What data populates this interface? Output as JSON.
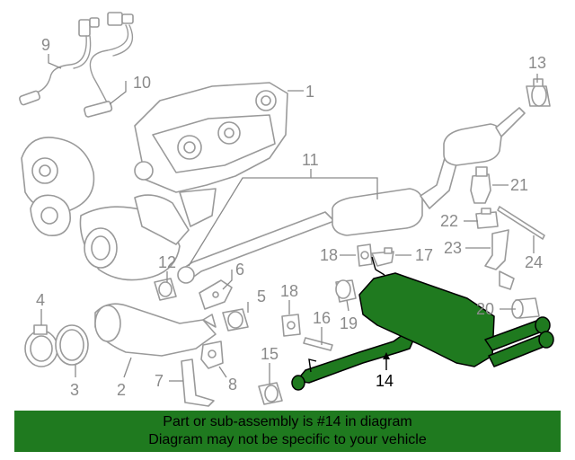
{
  "diagram": {
    "callouts": [
      "1",
      "2",
      "3",
      "4",
      "5",
      "6",
      "7",
      "8",
      "9",
      "10",
      "11",
      "12",
      "13",
      "14",
      "15",
      "16",
      "17",
      "18",
      "18",
      "19",
      "20",
      "21",
      "22",
      "23",
      "24"
    ],
    "highlighted_part": "14",
    "colors": {
      "highlight": "#1f7a1f",
      "line": "#9a9a9a",
      "label": "#8a8a8a"
    }
  },
  "footer": {
    "line1": "Part or sub-assembly is #14 in diagram",
    "line2": "Diagram may not be specific to your vehicle"
  }
}
